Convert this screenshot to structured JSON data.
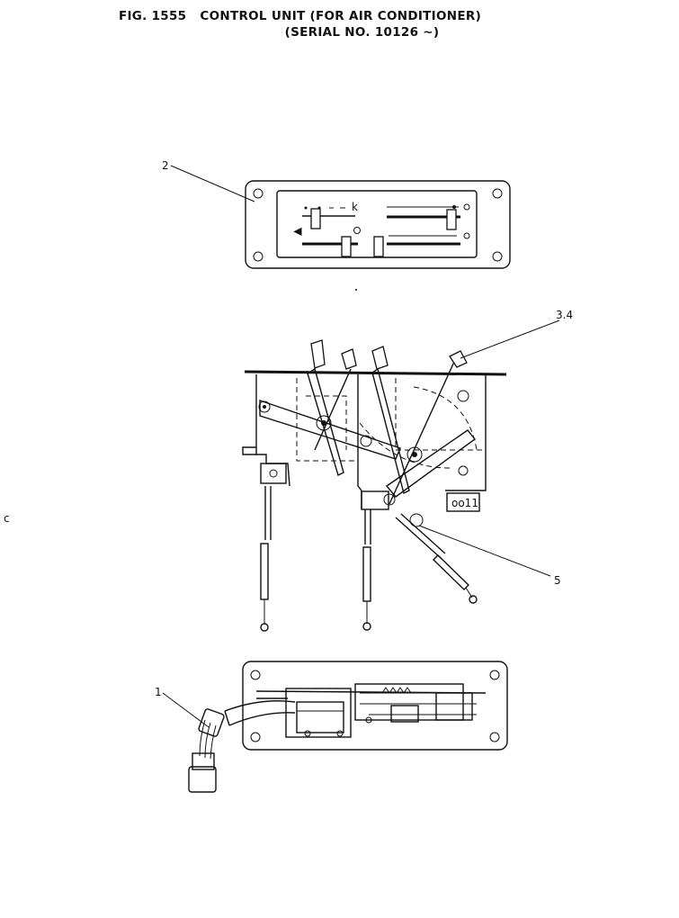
{
  "figure": {
    "title_line1": "FIG. 1555   CONTROL UNIT (FOR AIR CONDITIONER)",
    "title_line2": "(SERIAL NO. 10126 ~)"
  },
  "callouts": {
    "item_2": "2",
    "item_3_4": "3.4",
    "item_5": "5",
    "item_1": "1"
  }
}
